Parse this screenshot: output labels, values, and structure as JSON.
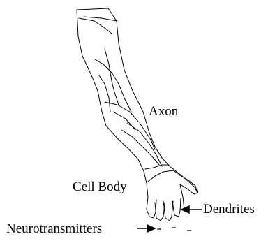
{
  "diagram": {
    "labels": {
      "axon": "Axon",
      "cell_body": "Cell Body",
      "dendrites": "Dendrites",
      "neurotransmitters": "Neurotransmitters"
    },
    "colors": {
      "line": "#000000",
      "background": "#ffffff"
    }
  }
}
